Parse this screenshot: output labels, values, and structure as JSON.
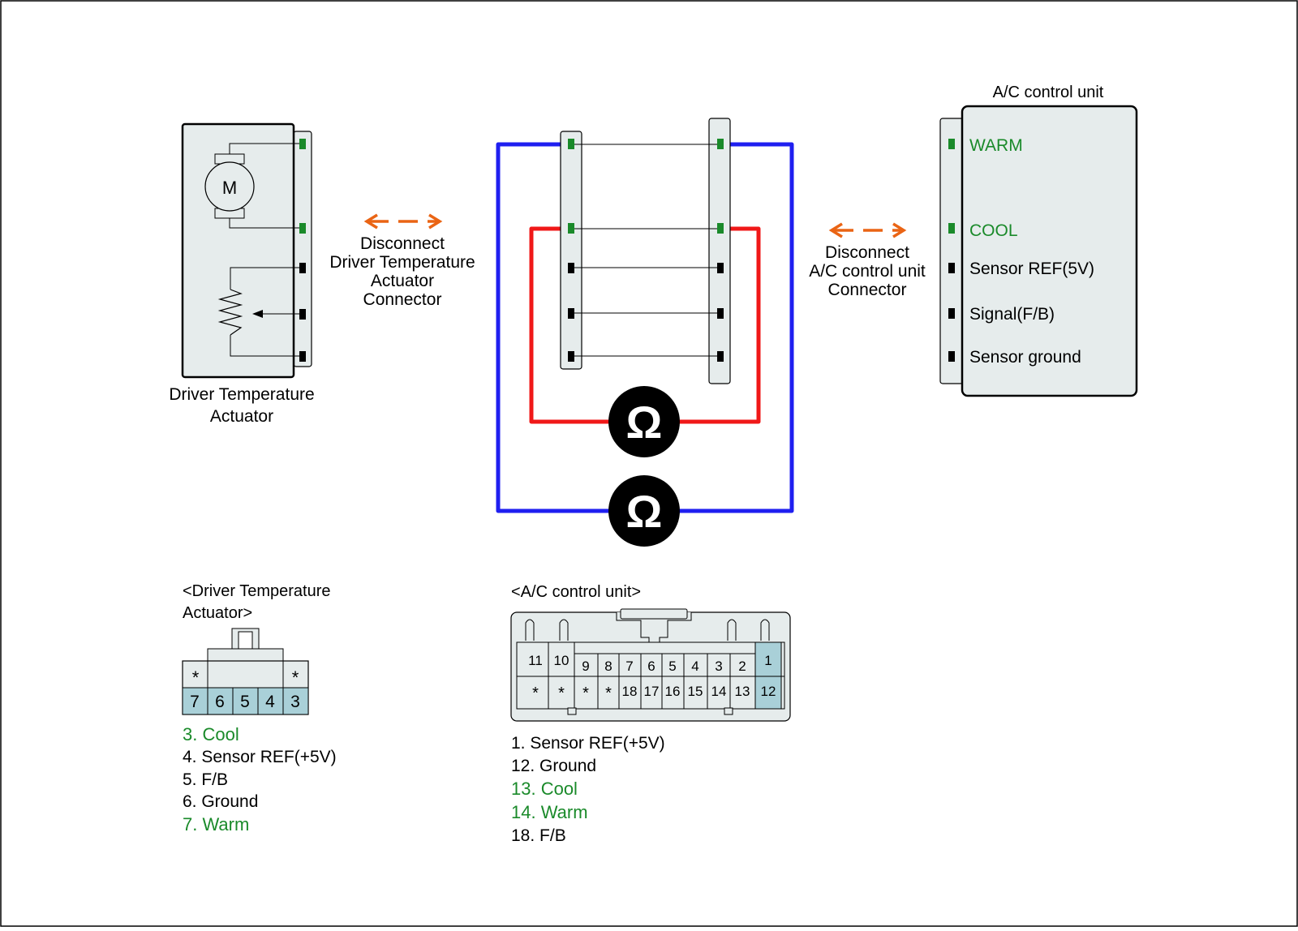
{
  "colors": {
    "green": "#1a8a2a",
    "blue": "#1f1ff0",
    "red": "#f01818",
    "orange": "#ea6414",
    "panel": "#e6ecec",
    "pin_teal": "#a9d0d8"
  },
  "actuator": {
    "motor_symbol": "M",
    "caption_line1": "Driver Temperature",
    "caption_line2": "Actuator"
  },
  "disconnect_left": {
    "line1": "Disconnect",
    "line2": "Driver Temperature",
    "line3": "Actuator",
    "line4": "Connector"
  },
  "disconnect_right": {
    "line1": "Disconnect",
    "line2": "A/C control unit",
    "line3": "Connector"
  },
  "ohm_symbol": "Ω",
  "control_unit": {
    "title": "A/C control unit",
    "pins": [
      "WARM",
      "COOL",
      "Sensor REF(5V)",
      "Signal(F/B)",
      "Sensor ground"
    ]
  },
  "actuator_connector": {
    "header_line1": "<Driver Temperature",
    "header_line2": "Actuator>",
    "top_row": [
      "*",
      "*"
    ],
    "bottom_row": [
      "7",
      "6",
      "5",
      "4",
      "3"
    ],
    "legend": [
      "3. Cool",
      "4. Sensor REF(+5V)",
      "5. F/B",
      "6. Ground",
      "7. Warm"
    ]
  },
  "acu_connector": {
    "header": "<A/C control unit>",
    "top_row": [
      "11",
      "10",
      "9",
      "8",
      "7",
      "6",
      "5",
      "4",
      "3",
      "2",
      "1"
    ],
    "bottom_row": [
      "*",
      "*",
      "*",
      "*",
      "18",
      "17",
      "16",
      "15",
      "14",
      "13",
      "12"
    ],
    "legend": [
      "1. Sensor REF(+5V)",
      "12. Ground",
      "13. Cool",
      "14. Warm",
      "18. F/B"
    ]
  }
}
